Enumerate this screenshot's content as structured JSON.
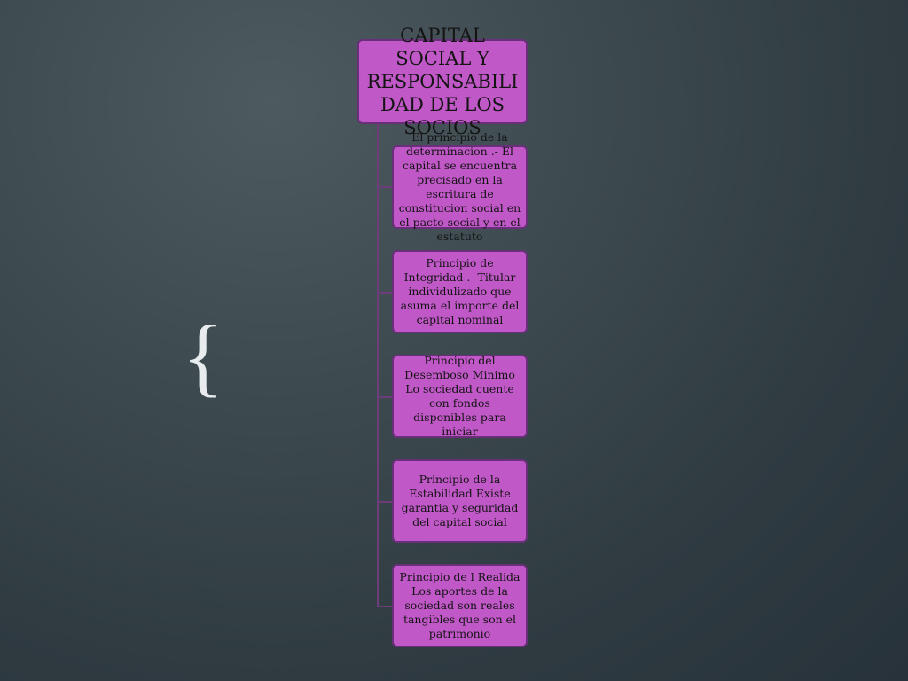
{
  "brace": "{",
  "root": {
    "label": "CAPITAL SOCIAL Y RESPONSABILI DAD DE LOS SOCIOS"
  },
  "children": [
    {
      "label": "El principio de la determinacion .- El capital se encuentra precisado en la escritura de constitucion social en el pacto social y en el estatuto"
    },
    {
      "label": "Principio de Integridad .- Titular individulizado que asuma el importe del capital nominal"
    },
    {
      "label": "Principio del Desemboso Minimo Lo sociedad cuente con fondos disponibles para iniciar"
    },
    {
      "label": "Principio de la Estabilidad Existe garantia y seguridad del capital social"
    },
    {
      "label": "Principio de l Realida Los aportes de la sociedad son reales tangibles que son el patrimonio"
    }
  ],
  "colors": {
    "node_fill": "#c158c8",
    "node_border": "#6a2f7a",
    "connector": "#6c3d7a",
    "background": "#333f45"
  }
}
